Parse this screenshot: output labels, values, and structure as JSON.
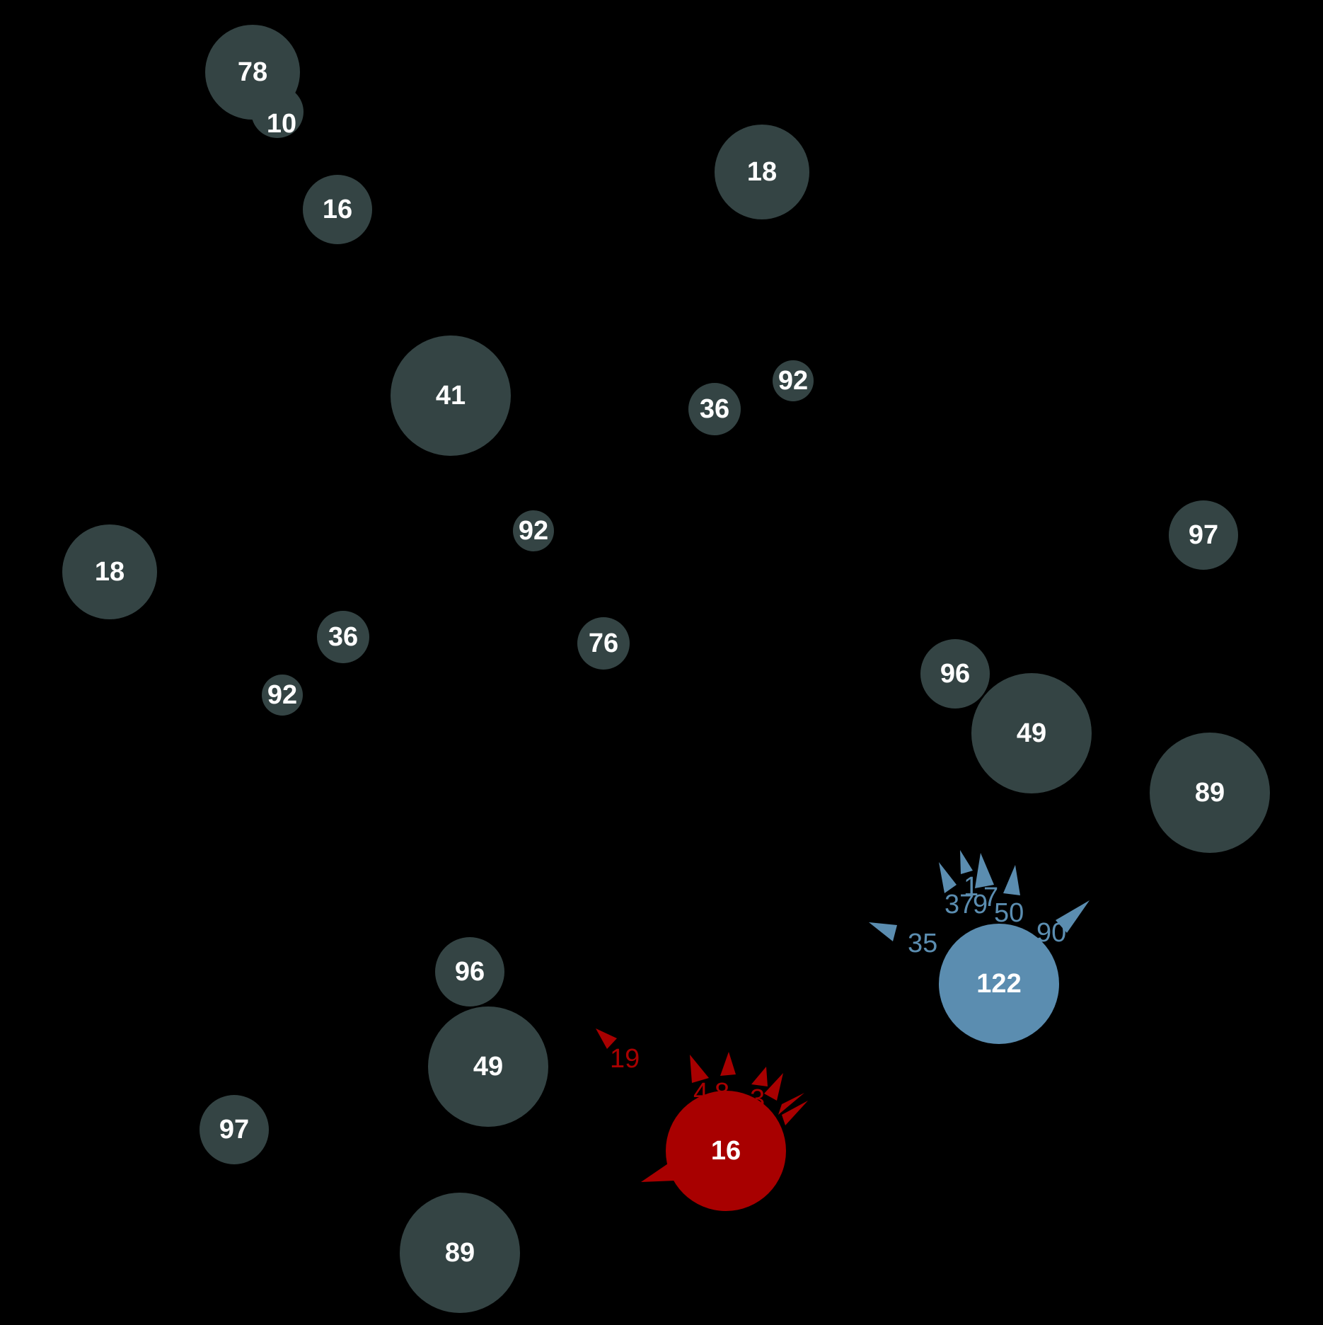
{
  "colors": {
    "background": "#000000",
    "node": "#344444",
    "highlight_blue": "#5b8db0",
    "highlight_red": "#a80000",
    "label": "#ffffff"
  },
  "nodes": [
    {
      "label": "10",
      "type": "normal"
    },
    {
      "label": "78",
      "type": "normal"
    },
    {
      "label": "18",
      "type": "normal"
    },
    {
      "label": "16",
      "type": "normal"
    },
    {
      "label": "41",
      "type": "normal"
    },
    {
      "label": "92",
      "type": "normal"
    },
    {
      "label": "36",
      "type": "normal"
    },
    {
      "label": "92",
      "type": "normal"
    },
    {
      "label": "97",
      "type": "normal"
    },
    {
      "label": "18",
      "type": "normal"
    },
    {
      "label": "36",
      "type": "normal"
    },
    {
      "label": "76",
      "type": "normal"
    },
    {
      "label": "92",
      "type": "normal"
    },
    {
      "label": "96",
      "type": "normal"
    },
    {
      "label": "49",
      "type": "normal"
    },
    {
      "label": "89",
      "type": "normal"
    },
    {
      "label": "122",
      "type": "blue"
    },
    {
      "label": "96",
      "type": "normal"
    },
    {
      "label": "49",
      "type": "normal"
    },
    {
      "label": "97",
      "type": "normal"
    },
    {
      "label": "16",
      "type": "red"
    },
    {
      "label": "89",
      "type": "normal"
    }
  ],
  "blue_edges": [
    "35",
    "37",
    "9",
    "1",
    "7",
    "50",
    "90"
  ],
  "red_edges": [
    "19",
    "4",
    "8",
    "3"
  ]
}
